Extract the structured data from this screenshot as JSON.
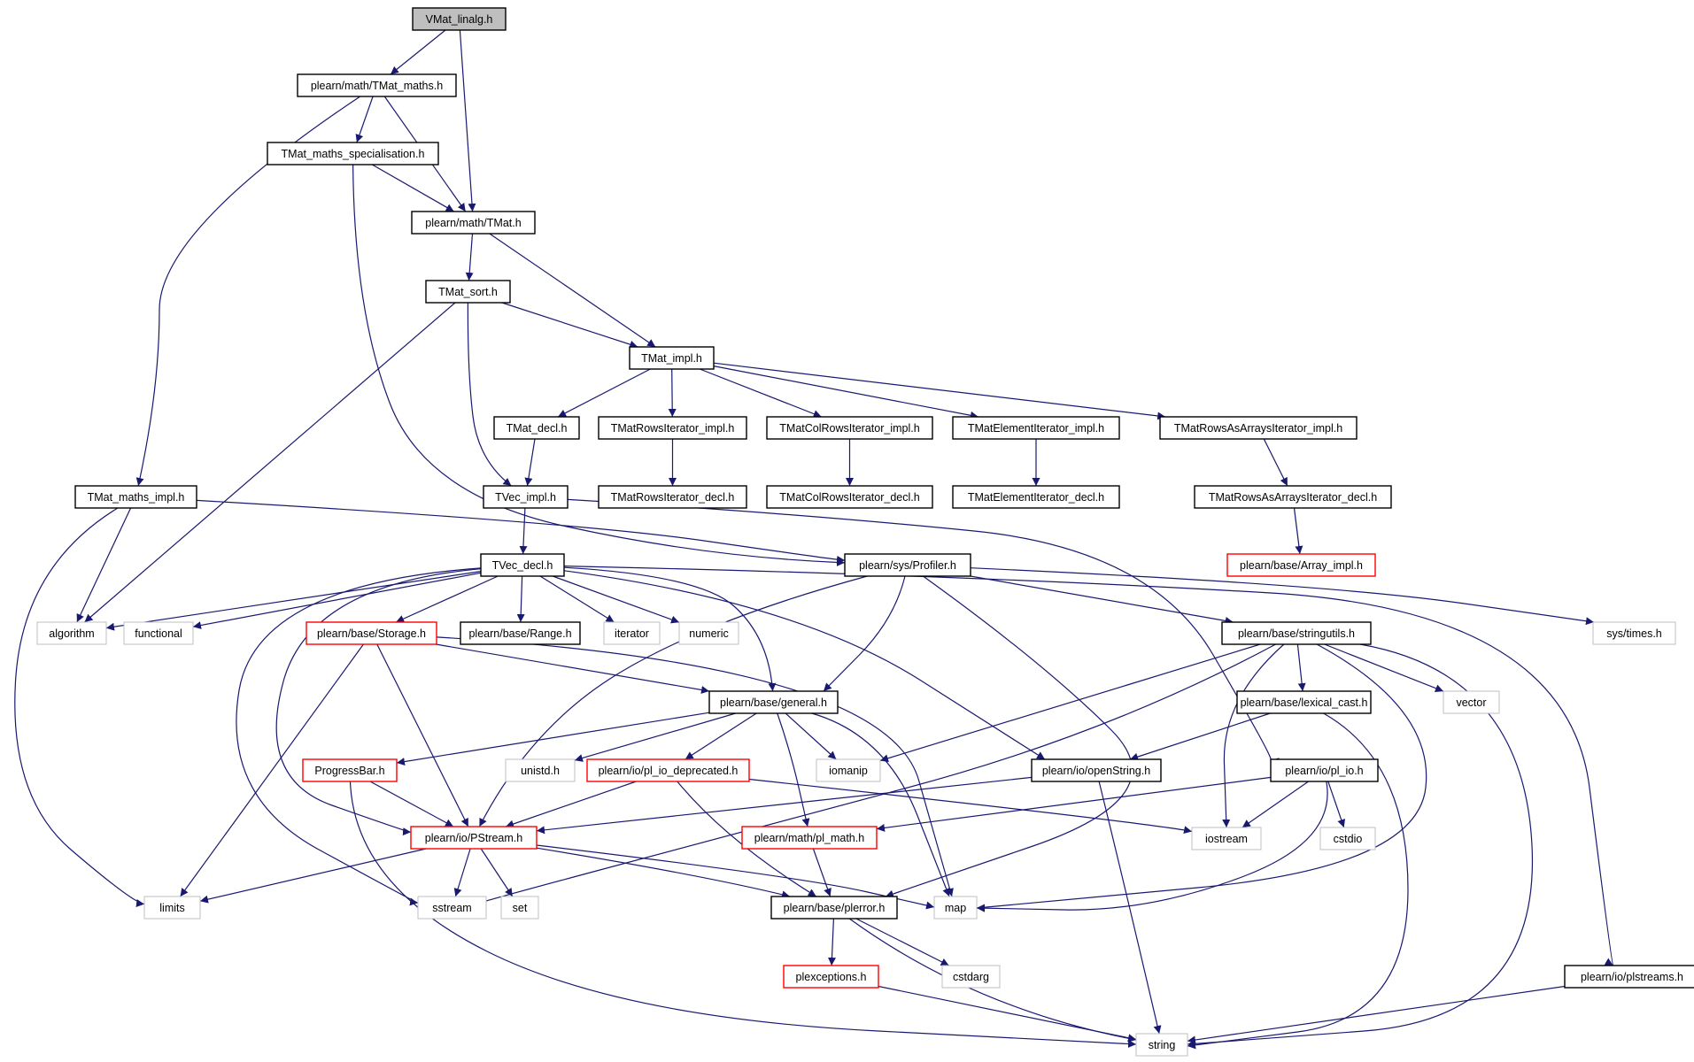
{
  "diagram": {
    "colors": {
      "edge": "#191970",
      "node_border": "#000000",
      "node_border_truncated": "#ff0000",
      "node_border_system": "#bfbfbf",
      "root_fill": "#bfbfbf",
      "node_fill": "#ffffff",
      "text": "#000000"
    },
    "nodes": [
      {
        "id": "vmat_linalg",
        "label": "VMat_linalg.h",
        "kind": "root"
      },
      {
        "id": "tmat_maths",
        "label": "plearn/math/TMat_maths.h",
        "kind": "normal"
      },
      {
        "id": "tmat_maths_spec",
        "label": "TMat_maths_specialisation.h",
        "kind": "normal"
      },
      {
        "id": "tmat",
        "label": "plearn/math/TMat.h",
        "kind": "normal"
      },
      {
        "id": "tmat_sort",
        "label": "TMat_sort.h",
        "kind": "normal"
      },
      {
        "id": "tmat_impl",
        "label": "TMat_impl.h",
        "kind": "normal"
      },
      {
        "id": "tmat_decl",
        "label": "TMat_decl.h",
        "kind": "normal"
      },
      {
        "id": "tmat_rows_impl",
        "label": "TMatRowsIterator_impl.h",
        "kind": "normal"
      },
      {
        "id": "tmat_colrows_impl",
        "label": "TMatColRowsIterator_impl.h",
        "kind": "normal"
      },
      {
        "id": "tmat_elem_impl",
        "label": "TMatElementIterator_impl.h",
        "kind": "normal"
      },
      {
        "id": "tmat_rowsarr_impl",
        "label": "TMatRowsAsArraysIterator_impl.h",
        "kind": "normal"
      },
      {
        "id": "tmat_maths_impl",
        "label": "TMat_maths_impl.h",
        "kind": "normal"
      },
      {
        "id": "tvec_impl",
        "label": "TVec_impl.h",
        "kind": "normal"
      },
      {
        "id": "tmat_rows_decl",
        "label": "TMatRowsIterator_decl.h",
        "kind": "normal"
      },
      {
        "id": "tmat_colrows_decl",
        "label": "TMatColRowsIterator_decl.h",
        "kind": "normal"
      },
      {
        "id": "tmat_elem_decl",
        "label": "TMatElementIterator_decl.h",
        "kind": "normal"
      },
      {
        "id": "tmat_rowsarr_decl",
        "label": "TMatRowsAsArraysIterator_decl.h",
        "kind": "normal"
      },
      {
        "id": "tvec_decl",
        "label": "TVec_decl.h",
        "kind": "normal"
      },
      {
        "id": "profiler",
        "label": "plearn/sys/Profiler.h",
        "kind": "normal"
      },
      {
        "id": "array_impl",
        "label": "plearn/base/Array_impl.h",
        "kind": "truncated"
      },
      {
        "id": "algorithm",
        "label": "algorithm",
        "kind": "system"
      },
      {
        "id": "functional",
        "label": "functional",
        "kind": "system"
      },
      {
        "id": "storage",
        "label": "plearn/base/Storage.h",
        "kind": "truncated"
      },
      {
        "id": "range",
        "label": "plearn/base/Range.h",
        "kind": "normal"
      },
      {
        "id": "iterator",
        "label": "iterator",
        "kind": "system"
      },
      {
        "id": "numeric",
        "label": "numeric",
        "kind": "system"
      },
      {
        "id": "stringutils",
        "label": "plearn/base/stringutils.h",
        "kind": "normal"
      },
      {
        "id": "sys_times",
        "label": "sys/times.h",
        "kind": "system"
      },
      {
        "id": "general",
        "label": "plearn/base/general.h",
        "kind": "normal"
      },
      {
        "id": "lexical_cast",
        "label": "plearn/base/lexical_cast.h",
        "kind": "normal"
      },
      {
        "id": "vector",
        "label": "vector",
        "kind": "system"
      },
      {
        "id": "progressbar",
        "label": "ProgressBar.h",
        "kind": "truncated"
      },
      {
        "id": "unistd",
        "label": "unistd.h",
        "kind": "system"
      },
      {
        "id": "pl_io_deprecated",
        "label": "plearn/io/pl_io_deprecated.h",
        "kind": "truncated"
      },
      {
        "id": "iomanip",
        "label": "iomanip",
        "kind": "system"
      },
      {
        "id": "openstring",
        "label": "plearn/io/openString.h",
        "kind": "normal"
      },
      {
        "id": "pl_io",
        "label": "plearn/io/pl_io.h",
        "kind": "normal"
      },
      {
        "id": "pstream",
        "label": "plearn/io/PStream.h",
        "kind": "truncated"
      },
      {
        "id": "pl_math",
        "label": "plearn/math/pl_math.h",
        "kind": "truncated"
      },
      {
        "id": "iostream",
        "label": "iostream",
        "kind": "system"
      },
      {
        "id": "cstdio",
        "label": "cstdio",
        "kind": "system"
      },
      {
        "id": "limits",
        "label": "limits",
        "kind": "system"
      },
      {
        "id": "sstream",
        "label": "sstream",
        "kind": "system"
      },
      {
        "id": "set",
        "label": "set",
        "kind": "system"
      },
      {
        "id": "plerror",
        "label": "plearn/base/plerror.h",
        "kind": "normal"
      },
      {
        "id": "map",
        "label": "map",
        "kind": "system"
      },
      {
        "id": "plexceptions",
        "label": "plexceptions.h",
        "kind": "truncated"
      },
      {
        "id": "cstdarg",
        "label": "cstdarg",
        "kind": "system"
      },
      {
        "id": "plstreams",
        "label": "plearn/io/plstreams.h",
        "kind": "normal"
      },
      {
        "id": "string",
        "label": "string",
        "kind": "system"
      }
    ],
    "edges": [
      [
        "vmat_linalg",
        "tmat_maths"
      ],
      [
        "vmat_linalg",
        "tmat"
      ],
      [
        "tmat_maths",
        "tmat_maths_spec"
      ],
      [
        "tmat_maths",
        "tmat"
      ],
      [
        "tmat_maths",
        "tmat_maths_impl"
      ],
      [
        "tmat_maths_spec",
        "tmat"
      ],
      [
        "tmat_maths_spec",
        "profiler"
      ],
      [
        "tmat",
        "tmat_sort"
      ],
      [
        "tmat",
        "tmat_impl"
      ],
      [
        "tmat_sort",
        "tmat_impl"
      ],
      [
        "tmat_sort",
        "tvec_impl"
      ],
      [
        "tmat_sort",
        "algorithm"
      ],
      [
        "tmat_impl",
        "tmat_decl"
      ],
      [
        "tmat_impl",
        "tmat_rows_impl"
      ],
      [
        "tmat_impl",
        "tmat_colrows_impl"
      ],
      [
        "tmat_impl",
        "tmat_elem_impl"
      ],
      [
        "tmat_impl",
        "tmat_rowsarr_impl"
      ],
      [
        "tmat_decl",
        "tvec_impl"
      ],
      [
        "tmat_rows_impl",
        "tmat_rows_decl"
      ],
      [
        "tmat_colrows_impl",
        "tmat_colrows_decl"
      ],
      [
        "tmat_elem_impl",
        "tmat_elem_decl"
      ],
      [
        "tmat_rowsarr_impl",
        "tmat_rowsarr_decl"
      ],
      [
        "tmat_rowsarr_decl",
        "array_impl"
      ],
      [
        "tmat_maths_impl",
        "profiler"
      ],
      [
        "tmat_maths_impl",
        "algorithm"
      ],
      [
        "tmat_maths_impl",
        "limits"
      ],
      [
        "tvec_impl",
        "tvec_decl"
      ],
      [
        "tvec_impl",
        "pl_io"
      ],
      [
        "tvec_decl",
        "algorithm"
      ],
      [
        "tvec_decl",
        "functional"
      ],
      [
        "tvec_decl",
        "storage"
      ],
      [
        "tvec_decl",
        "range"
      ],
      [
        "tvec_decl",
        "iterator"
      ],
      [
        "tvec_decl",
        "numeric"
      ],
      [
        "tvec_decl",
        "general"
      ],
      [
        "tvec_decl",
        "openstring"
      ],
      [
        "tvec_decl",
        "pstream"
      ],
      [
        "tvec_decl",
        "sstream"
      ],
      [
        "tvec_decl",
        "plstreams"
      ],
      [
        "profiler",
        "stringutils"
      ],
      [
        "profiler",
        "sys_times"
      ],
      [
        "profiler",
        "general"
      ],
      [
        "profiler",
        "pstream"
      ],
      [
        "profiler",
        "plerror"
      ],
      [
        "storage",
        "general"
      ],
      [
        "storage",
        "pstream"
      ],
      [
        "storage",
        "limits"
      ],
      [
        "storage",
        "map"
      ],
      [
        "stringutils",
        "lexical_cast"
      ],
      [
        "stringutils",
        "vector"
      ],
      [
        "stringutils",
        "iomanip"
      ],
      [
        "stringutils",
        "iostream"
      ],
      [
        "stringutils",
        "map"
      ],
      [
        "stringutils",
        "sstream"
      ],
      [
        "stringutils",
        "string"
      ],
      [
        "general",
        "progressbar"
      ],
      [
        "general",
        "unistd"
      ],
      [
        "general",
        "pl_io_deprecated"
      ],
      [
        "general",
        "iomanip"
      ],
      [
        "general",
        "pl_math"
      ],
      [
        "general",
        "map"
      ],
      [
        "lexical_cast",
        "openstring"
      ],
      [
        "lexical_cast",
        "string"
      ],
      [
        "progressbar",
        "pstream"
      ],
      [
        "progressbar",
        "string"
      ],
      [
        "pl_io_deprecated",
        "pstream"
      ],
      [
        "pl_io_deprecated",
        "plerror"
      ],
      [
        "pl_io_deprecated",
        "iostream"
      ],
      [
        "openstring",
        "pstream"
      ],
      [
        "openstring",
        "string"
      ],
      [
        "pl_io",
        "pl_math"
      ],
      [
        "pl_io",
        "iostream"
      ],
      [
        "pl_io",
        "cstdio"
      ],
      [
        "pl_io",
        "map"
      ],
      [
        "pstream",
        "limits"
      ],
      [
        "pstream",
        "sstream"
      ],
      [
        "pstream",
        "set"
      ],
      [
        "pstream",
        "plerror"
      ],
      [
        "pstream",
        "map"
      ],
      [
        "pl_math",
        "plerror"
      ],
      [
        "plerror",
        "plexceptions"
      ],
      [
        "plerror",
        "cstdarg"
      ],
      [
        "plerror",
        "string"
      ],
      [
        "plexceptions",
        "string"
      ],
      [
        "plstreams",
        "string"
      ]
    ]
  }
}
